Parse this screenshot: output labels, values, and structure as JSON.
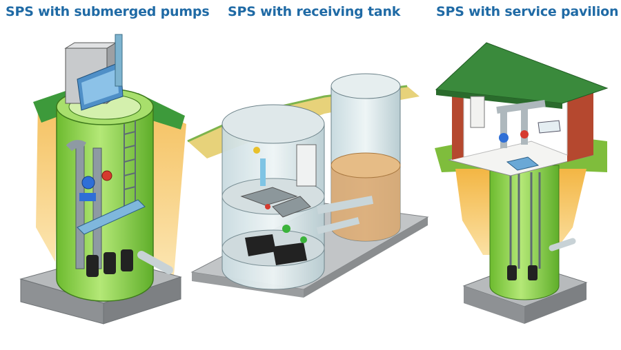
{
  "panels": [
    {
      "title": "SPS with submerged pumps"
    },
    {
      "title": "SPS with receiving tank"
    },
    {
      "title": "SPS with service pavilion"
    }
  ],
  "colors": {
    "caption": "#1f6aa5",
    "tank_green": "#8fd24a",
    "grass": "#3d9a3b",
    "soil": "#f0a93a",
    "concrete": "#9a9d9f",
    "pump_blue": "#2f6fd6",
    "pump_red": "#d63a2f",
    "roof_green": "#3a8a3c",
    "wall_red": "#b5482f"
  }
}
